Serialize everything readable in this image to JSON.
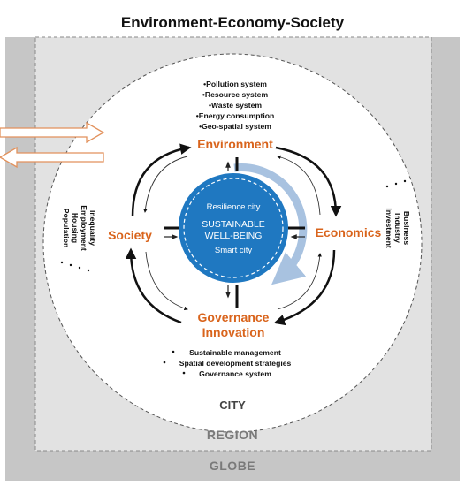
{
  "title": "Environment-Economy-Society",
  "levels": {
    "globe": "GLOBE",
    "region": "REGION",
    "city": "CITY"
  },
  "core": {
    "top": "Resilience city",
    "line1": "SUSTAINABLE",
    "line2": "WELL-BEING",
    "bottom": "Smart city",
    "color": "#1f78c1"
  },
  "nodes": {
    "environment": {
      "label": "Environment",
      "items": [
        "•Pollution system",
        "•Resource system",
        "•Waste system",
        "•Energy consumption",
        "•Geo-spatial system"
      ]
    },
    "society": {
      "label": "Society",
      "items": [
        "Population",
        "Housing",
        "Employment",
        "Inequality"
      ]
    },
    "economics": {
      "label": "Economics",
      "items": [
        "Business",
        "Industry",
        "Investment"
      ]
    },
    "governance": {
      "line1": "Governance",
      "line2": "Innovation",
      "items": [
        "Sustainable management",
        "Spatial development strategies",
        "Governance system"
      ]
    }
  },
  "colors": {
    "accent": "#d9641c",
    "globe": "#c6c6c6",
    "region": "#e2e2e2",
    "flow_arrow": "#a8c2e0"
  }
}
